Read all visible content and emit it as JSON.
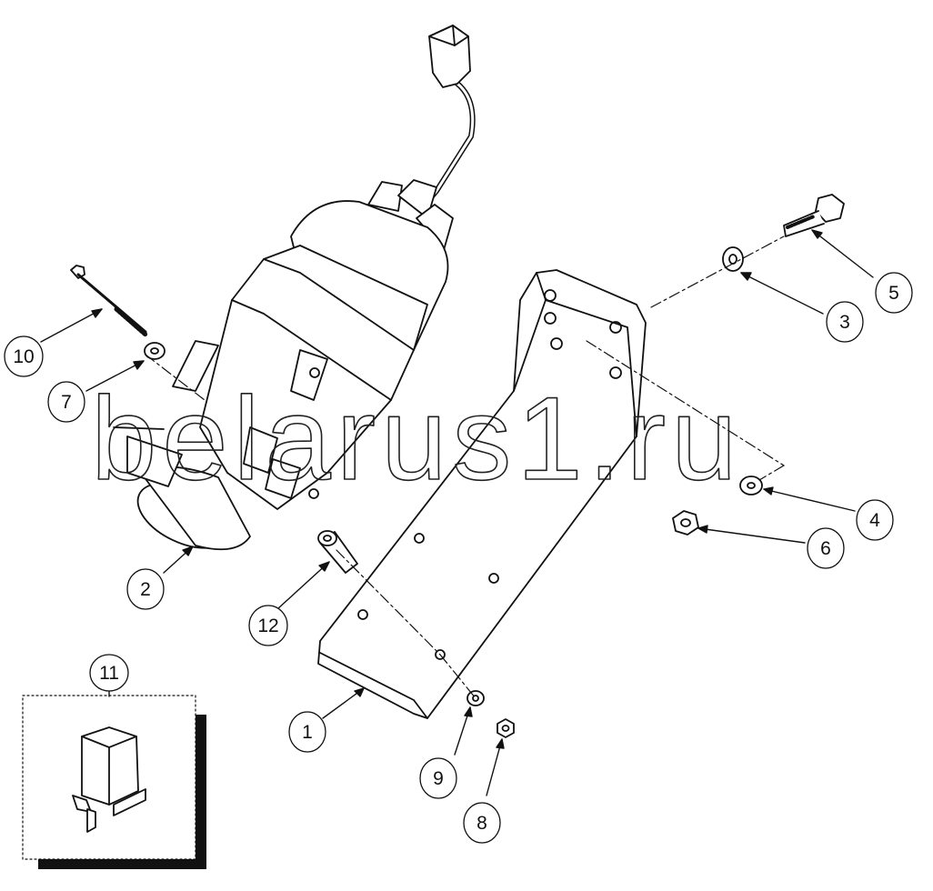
{
  "watermark": "belarus1.ru",
  "callouts": [
    {
      "id": "callout-1",
      "label": "1"
    },
    {
      "id": "callout-2",
      "label": "2"
    },
    {
      "id": "callout-3",
      "label": "3"
    },
    {
      "id": "callout-4",
      "label": "4"
    },
    {
      "id": "callout-5",
      "label": "5"
    },
    {
      "id": "callout-6",
      "label": "6"
    },
    {
      "id": "callout-7",
      "label": "7"
    },
    {
      "id": "callout-8",
      "label": "8"
    },
    {
      "id": "callout-9",
      "label": "9"
    },
    {
      "id": "callout-10",
      "label": "10"
    },
    {
      "id": "callout-11",
      "label": "11"
    },
    {
      "id": "callout-12",
      "label": "12"
    }
  ],
  "colors": {
    "line": "#111111",
    "fill": "#ffffff",
    "shadow": "#111111"
  }
}
